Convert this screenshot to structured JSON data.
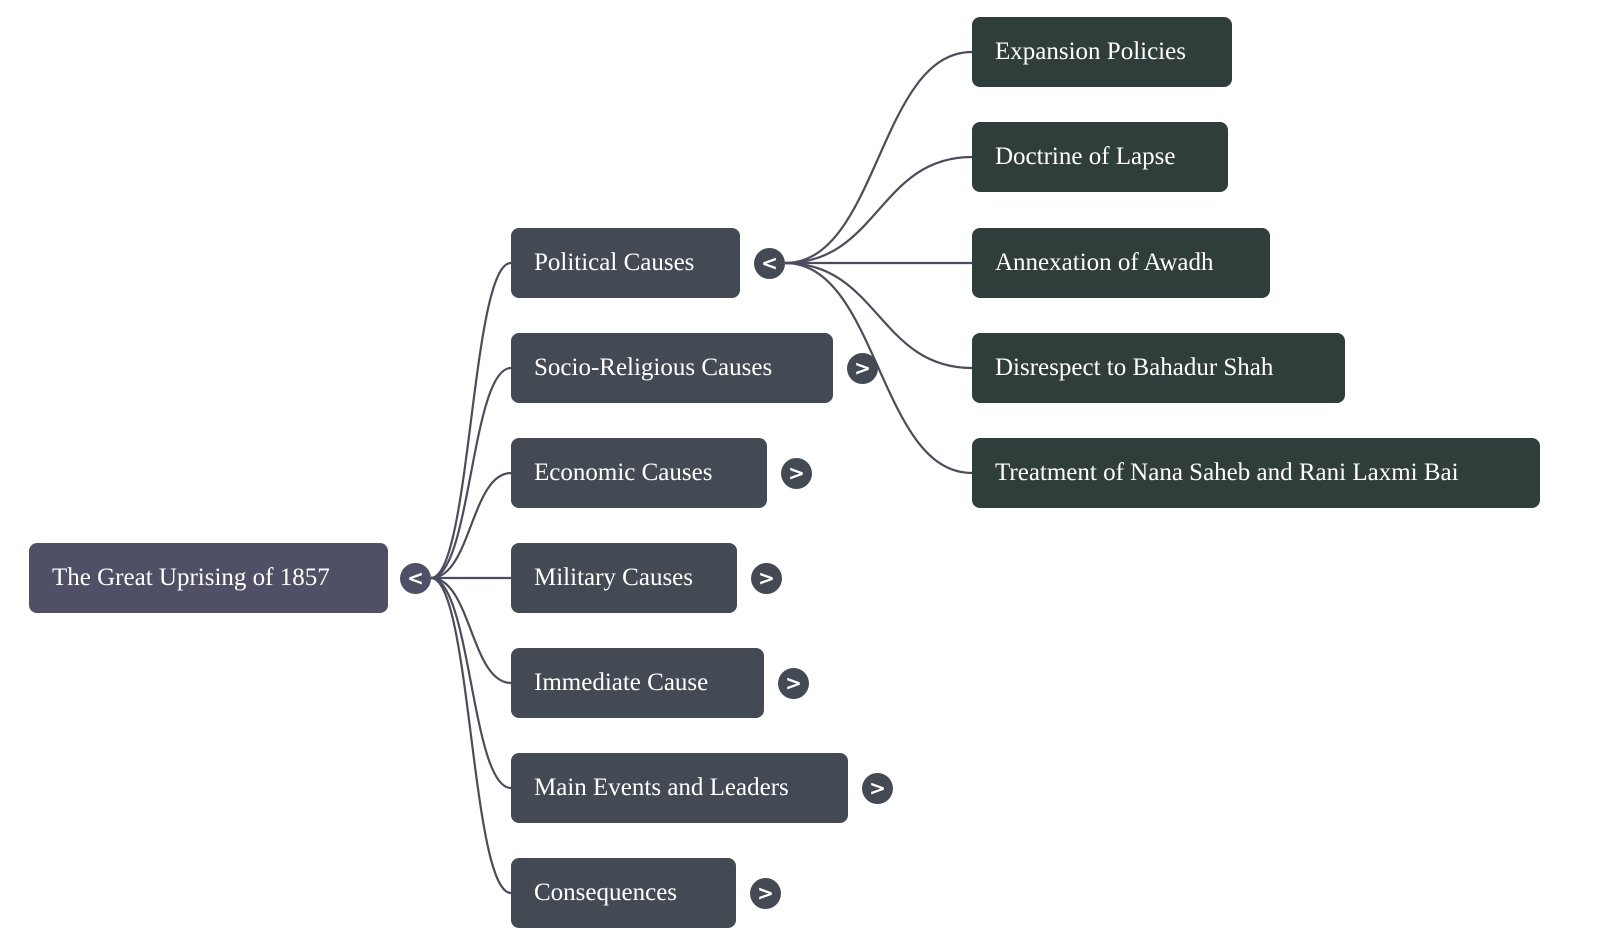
{
  "mindmap": {
    "root": {
      "label": "The Great Uprising of 1857",
      "toggle": "<",
      "expanded": true
    },
    "branches": [
      {
        "label": "Political Causes",
        "toggle": "<",
        "expanded": true,
        "children": [
          {
            "label": "Expansion Policies"
          },
          {
            "label": "Doctrine of Lapse"
          },
          {
            "label": "Annexation of Awadh"
          },
          {
            "label": "Disrespect to Bahadur Shah"
          },
          {
            "label": "Treatment of Nana Saheb and Rani Laxmi Bai"
          }
        ]
      },
      {
        "label": "Socio-Religious Causes",
        "toggle": ">",
        "expanded": false
      },
      {
        "label": "Economic Causes",
        "toggle": ">",
        "expanded": false
      },
      {
        "label": "Military Causes",
        "toggle": ">",
        "expanded": false
      },
      {
        "label": "Immediate Cause",
        "toggle": ">",
        "expanded": false
      },
      {
        "label": "Main Events and Leaders",
        "toggle": ">",
        "expanded": false
      },
      {
        "label": "Consequences",
        "toggle": ">",
        "expanded": false
      }
    ]
  },
  "colors": {
    "root": "#4f5066",
    "level1": "#434a54",
    "level2": "#303e3b",
    "link": "#4b4d5e",
    "text": "#ffffff"
  }
}
